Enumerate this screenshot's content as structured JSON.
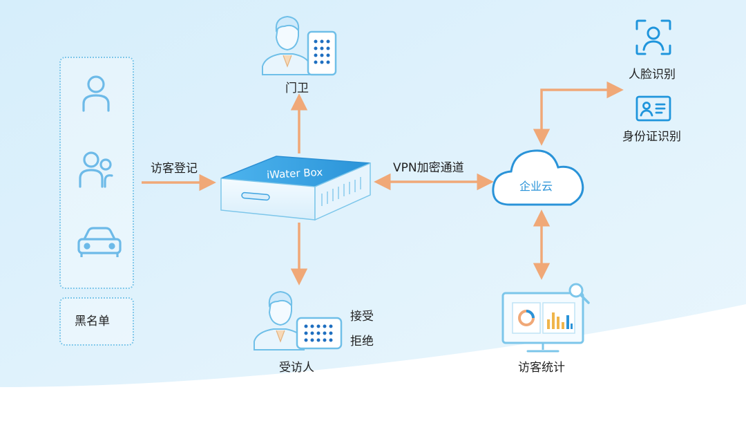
{
  "nodes": {
    "guard": "门卫",
    "visitor_registration": "访客登记",
    "box": "iWater Box",
    "vpn": "VPN加密通道",
    "cloud": "企业云",
    "face_recognition": "人脸识别",
    "id_recognition": "身份证识别",
    "visitee": "受访人",
    "accept": "接受",
    "reject": "拒绝",
    "visitor_stats": "访客统计",
    "blacklist": "黑名单"
  },
  "colors": {
    "arrow": "#f0a877",
    "icon_blue": "#1f95dc",
    "box_face": "#2f9ee0",
    "panel_border": "#7cc6ea",
    "background": "#e3f3fc"
  }
}
